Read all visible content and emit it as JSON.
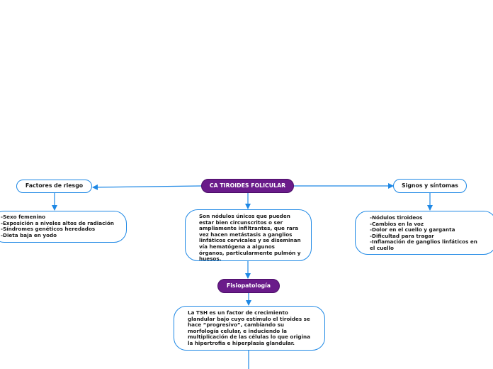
{
  "central": {
    "label": "CA TIROIDES FOLICULAR",
    "color": "#6a1b8a"
  },
  "left_topic": {
    "label": "Factores de riesgo",
    "detail": "-Sexo femenino\n-Exposición a niveles altos de radiación\n-Síndromes genéticos heredados\n-Dieta baja en yodo"
  },
  "right_topic": {
    "label": "Signos y síntomas",
    "detail": "-Nódulos tiroideos\n-Cambios en la voz\n-Dolor en el cuello y garganta\n-Dificultad para tragar\n-Inflamación de ganglios linfáticos en el cuello"
  },
  "center_detail": "Son nódulos únicos que pueden estar bien circunscritos o ser ampliamente infiltrantes, que rara vez hacen metástasis a ganglios linfáticos cervicales y se diseminan vía hematógena a algunos órganos, particularmente pulmón y huesos.",
  "fisiopatologia": {
    "label": "Fisiopatología",
    "detail": "La TSH es un factor de crecimiento glandular bajo cuyo estímulo el tiroides se hace “progresivo”, cambiando su morfología celular, e induciendo la multiplicación de las células lo que origina la hipertrofia e hiperplasia glandular."
  },
  "colors": {
    "connector": "#1e88e5",
    "node_border": "#1e88e5",
    "accent": "#6a1b8a"
  }
}
